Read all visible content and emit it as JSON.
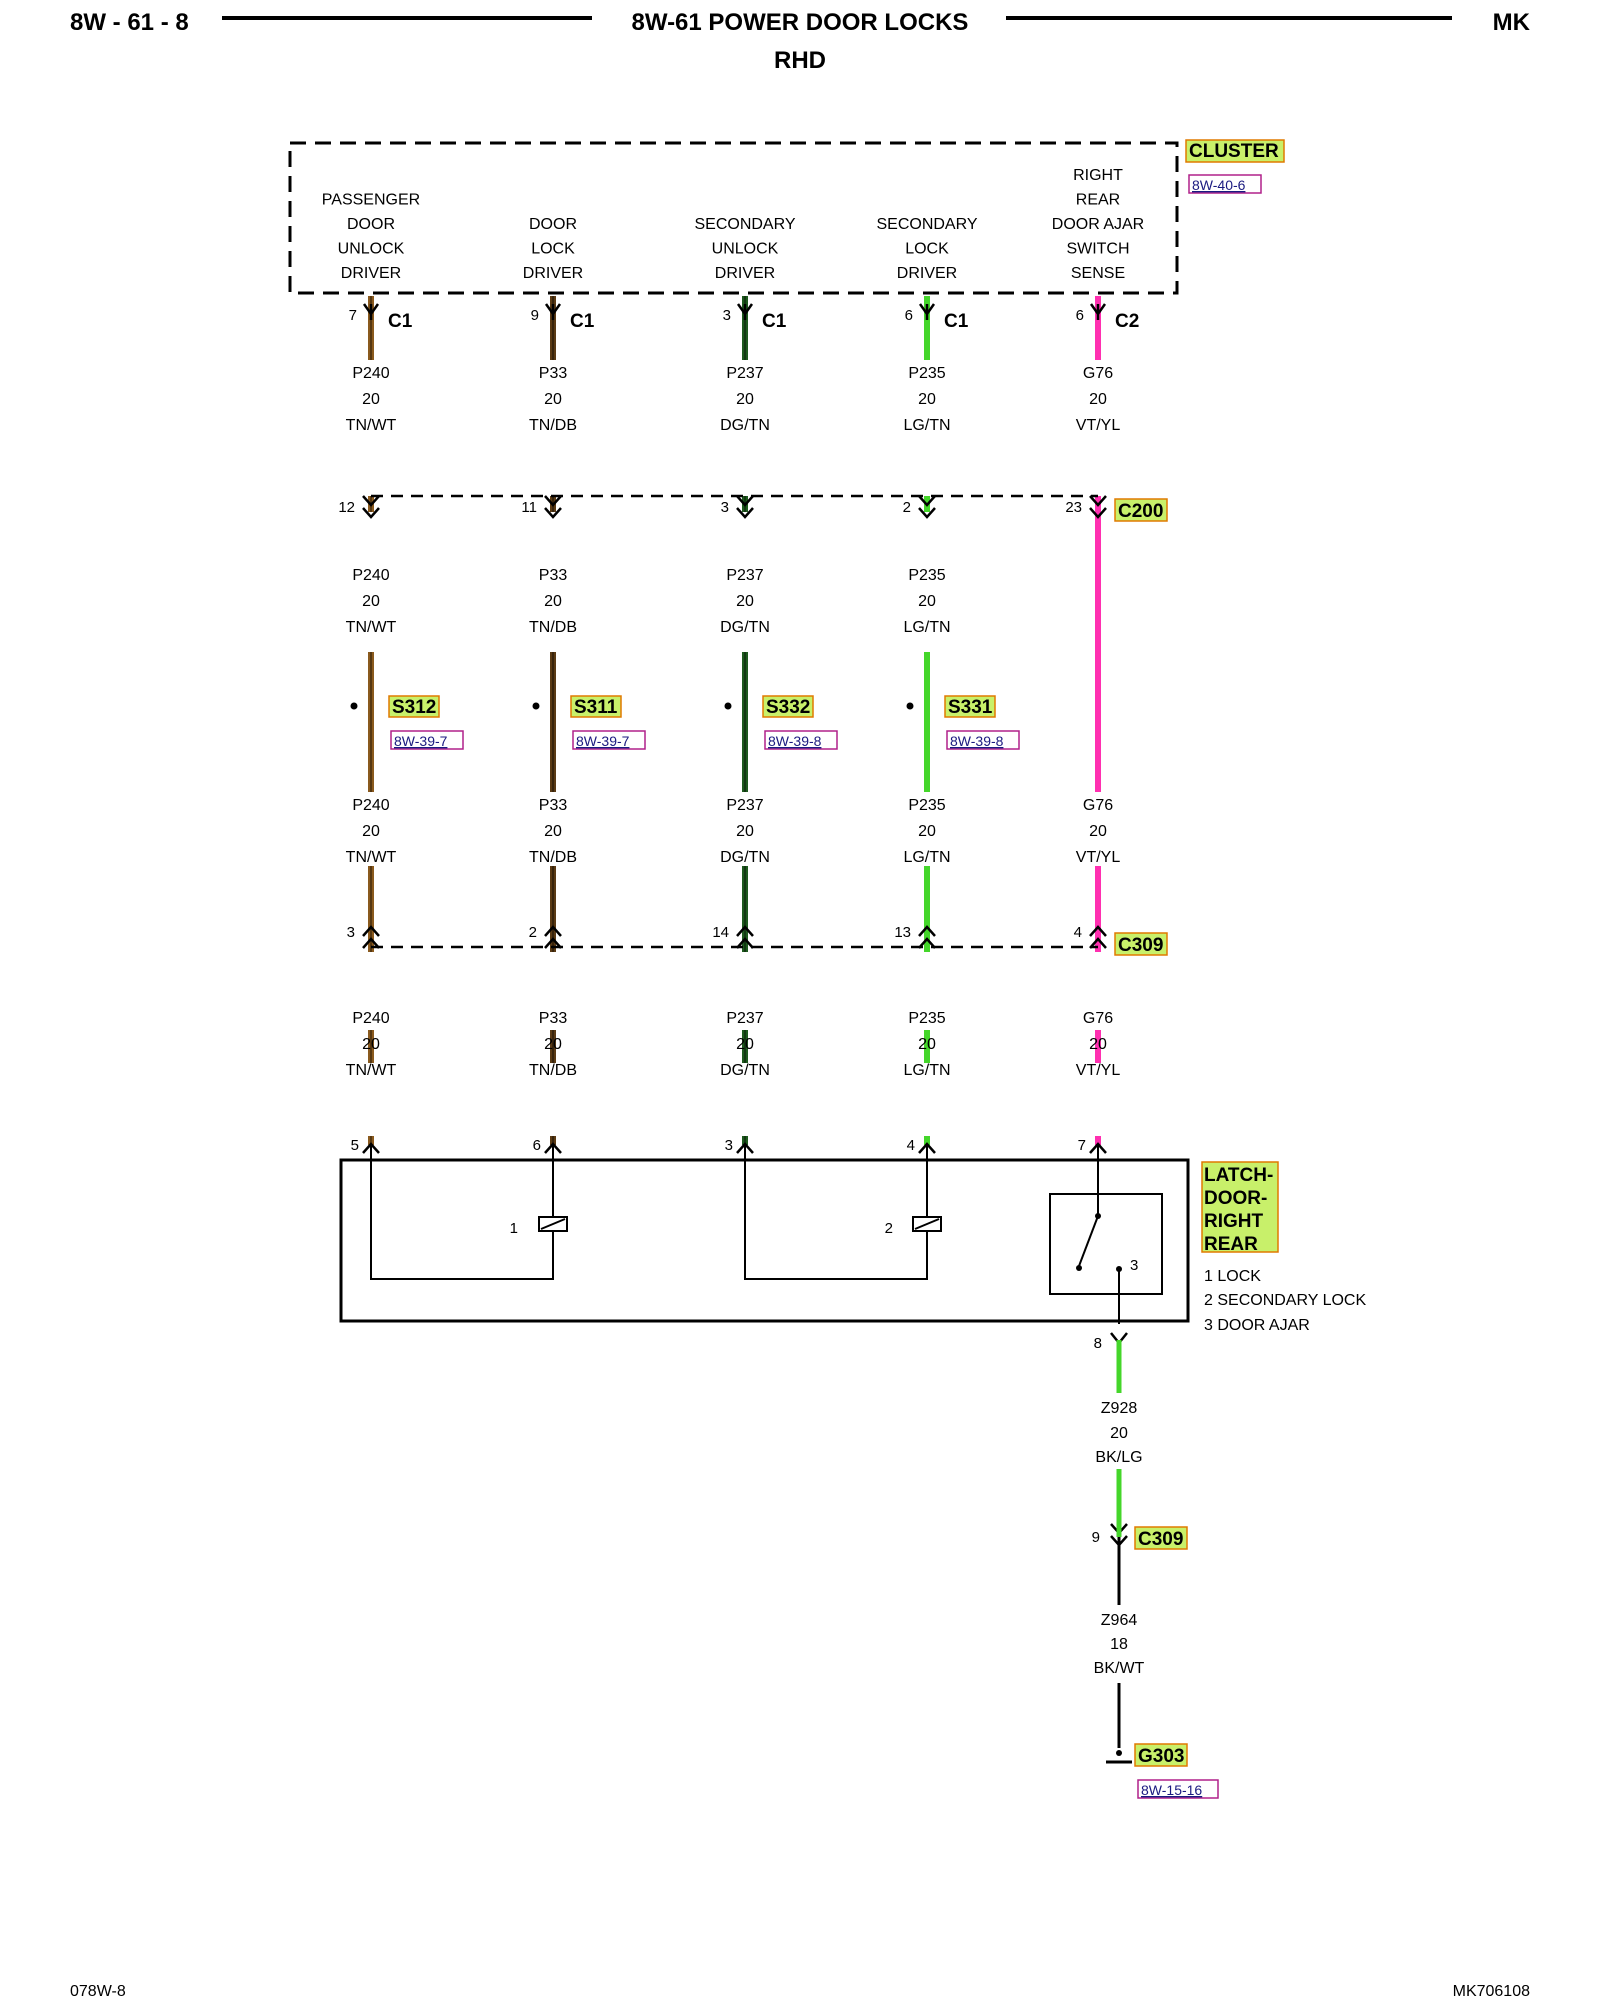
{
  "header": {
    "page_code": "8W - 61 - 8",
    "title": "8W-61 POWER DOOR LOCKS",
    "subtitle": "RHD",
    "model": "MK"
  },
  "footer": {
    "left_code": "078W-8",
    "right_code": "MK706108"
  },
  "colors": {
    "TN/WT": "#8a5a1e",
    "TN/DB": "#5a3a14",
    "DG/TN": "#1e5a1e",
    "LG/TN": "#44d62a",
    "VT/YL": "#ff2fb0",
    "BK/LG": "#44d62a",
    "BK/WT": "#000000",
    "tag_fill": "#c8f06a",
    "tag_border": "#e07a00",
    "xref_border": "#b0208a"
  },
  "cluster": {
    "name": "CLUSTER",
    "ref": "8W-40-6",
    "functions": [
      {
        "lines": [
          "PASSENGER",
          "DOOR",
          "UNLOCK",
          "DRIVER"
        ]
      },
      {
        "lines": [
          "DOOR",
          "LOCK",
          "DRIVER"
        ]
      },
      {
        "lines": [
          "SECONDARY",
          "UNLOCK",
          "DRIVER"
        ]
      },
      {
        "lines": [
          "SECONDARY",
          "LOCK",
          "DRIVER"
        ]
      },
      {
        "lines": [
          "RIGHT",
          "REAR",
          "DOOR AJAR",
          "SWITCH",
          "SENSE"
        ]
      }
    ],
    "pins": [
      {
        "pin": "7",
        "conn": "C1"
      },
      {
        "pin": "9",
        "conn": "C1"
      },
      {
        "pin": "3",
        "conn": "C1"
      },
      {
        "pin": "6",
        "conn": "C1"
      },
      {
        "pin": "6",
        "conn": "C2"
      }
    ]
  },
  "wires": [
    {
      "circuit": "P240",
      "gauge": "20",
      "color": "TN/WT"
    },
    {
      "circuit": "P33",
      "gauge": "20",
      "color": "TN/DB"
    },
    {
      "circuit": "P237",
      "gauge": "20",
      "color": "DG/TN"
    },
    {
      "circuit": "P235",
      "gauge": "20",
      "color": "LG/TN"
    },
    {
      "circuit": "G76",
      "gauge": "20",
      "color": "VT/YL"
    }
  ],
  "c200": {
    "name": "C200",
    "pins": [
      "12",
      "11",
      "3",
      "2",
      "23"
    ]
  },
  "splices": [
    {
      "name": "S312",
      "ref": "8W-39-7"
    },
    {
      "name": "S311",
      "ref": "8W-39-7"
    },
    {
      "name": "S332",
      "ref": "8W-39-8"
    },
    {
      "name": "S331",
      "ref": "8W-39-8"
    }
  ],
  "c309": {
    "name": "C309",
    "pins": [
      "3",
      "2",
      "14",
      "13",
      "4"
    ]
  },
  "latch": {
    "name_lines": [
      "LATCH-",
      "DOOR-",
      "RIGHT",
      "REAR"
    ],
    "pins": [
      "5",
      "6",
      "3",
      "4",
      "7"
    ],
    "legend": [
      "1 LOCK",
      "2 SECONDARY LOCK",
      "3 DOOR AJAR"
    ],
    "element_numbers": [
      "1",
      "2",
      "3"
    ],
    "ground_pin": "8"
  },
  "ground_path": {
    "wire1": {
      "circuit": "Z928",
      "gauge": "20",
      "color": "BK/LG"
    },
    "inline": {
      "pin": "9",
      "name": "C309"
    },
    "wire2": {
      "circuit": "Z964",
      "gauge": "18",
      "color": "BK/WT"
    },
    "ground": {
      "name": "G303",
      "ref": "8W-15-16"
    }
  }
}
